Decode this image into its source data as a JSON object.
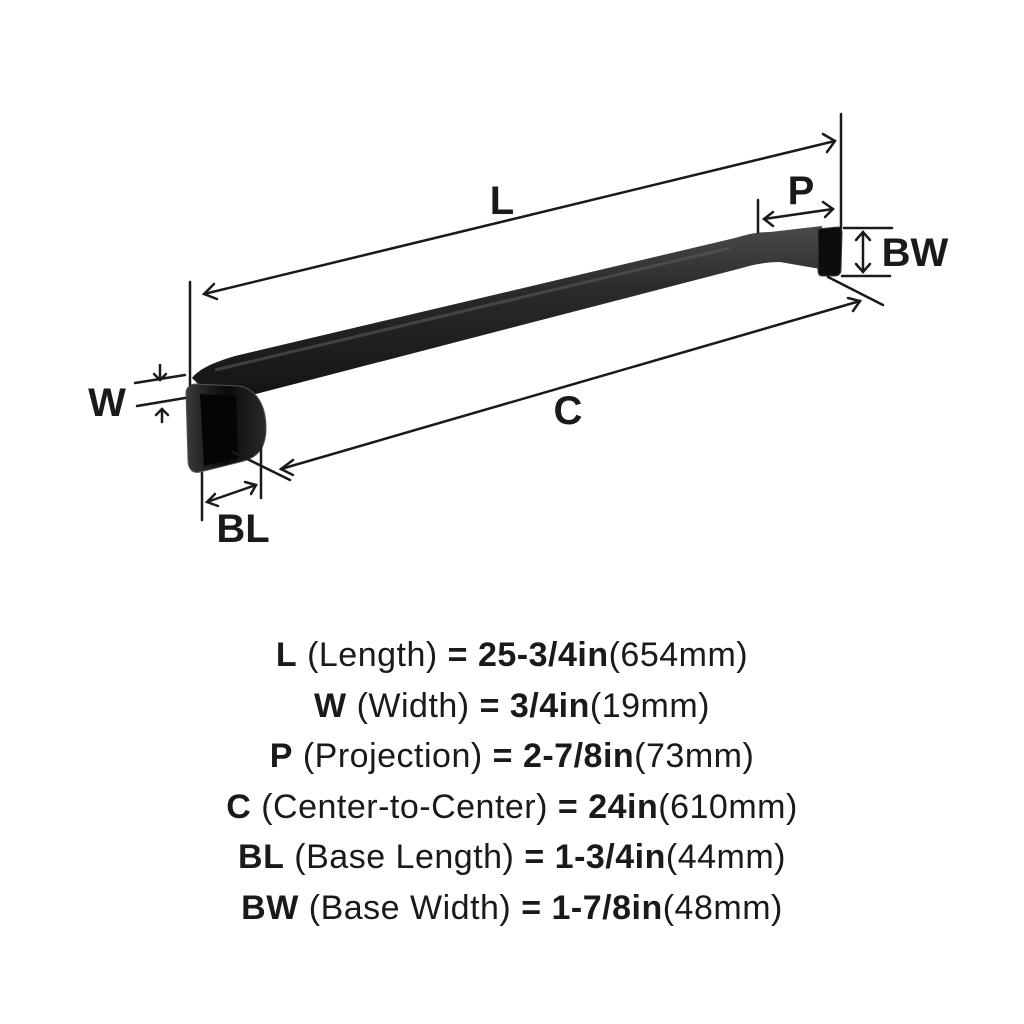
{
  "diagram": {
    "product": "towel bar",
    "finish_color": "#1c1c1c",
    "labels": {
      "L": "L",
      "W": "W",
      "P": "P",
      "C": "C",
      "BL": "BL",
      "BW": "BW"
    }
  },
  "specs": [
    {
      "code": "L",
      "name": "(Length)",
      "eq": "=",
      "imperial": "25-3/4in",
      "metric": "(654mm)"
    },
    {
      "code": "W",
      "name": "(Width)",
      "eq": "=",
      "imperial": "3/4in",
      "metric": "(19mm)"
    },
    {
      "code": "P",
      "name": "(Projection)",
      "eq": "=",
      "imperial": "2-7/8in",
      "metric": "(73mm)"
    },
    {
      "code": "C",
      "name": "(Center-to-Center)",
      "eq": "=",
      "imperial": "24in",
      "metric": "(610mm)"
    },
    {
      "code": "BL",
      "name": "(Base Length)",
      "eq": "=",
      "imperial": "1-3/4in",
      "metric": "(44mm)"
    },
    {
      "code": "BW",
      "name": "(Base Width)",
      "eq": "=",
      "imperial": "1-7/8in",
      "metric": "(48mm)"
    }
  ]
}
